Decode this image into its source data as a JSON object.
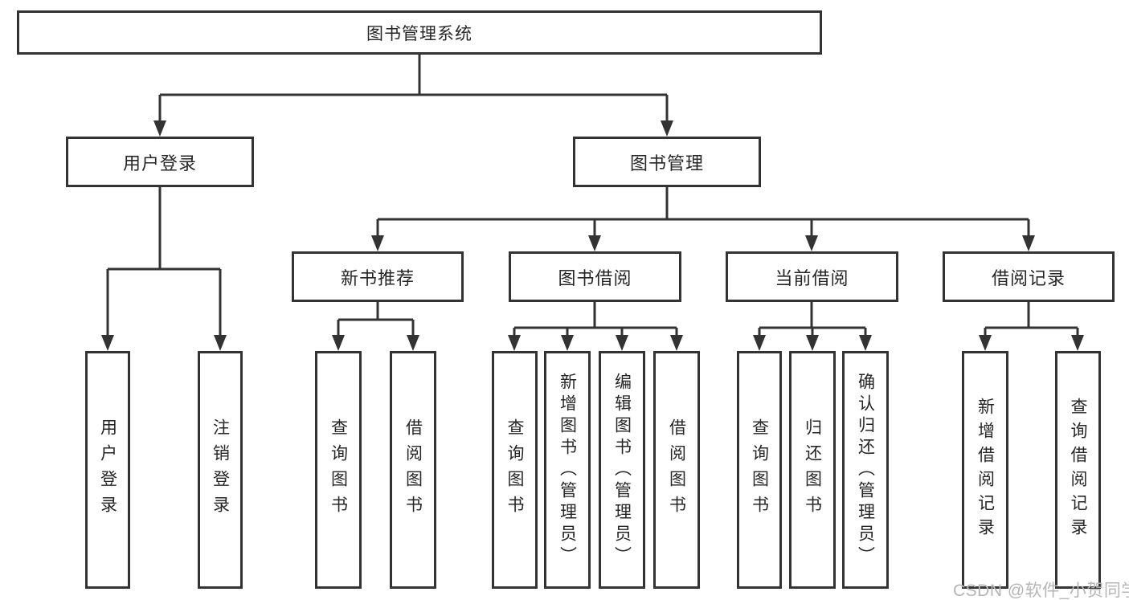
{
  "tree": {
    "root": {
      "label": "图书管理系统",
      "children": [
        {
          "label": "用户登录",
          "children": [
            {
              "label": "用户登录"
            },
            {
              "label": "注销登录"
            }
          ]
        },
        {
          "label": "图书管理",
          "children": [
            {
              "label": "新书推荐",
              "children": [
                {
                  "label": "查询图书"
                },
                {
                  "label": "借阅图书"
                }
              ]
            },
            {
              "label": "图书借阅",
              "children": [
                {
                  "label": "查询图书"
                },
                {
                  "label": "新增图书（管理员）"
                },
                {
                  "label": "编辑图书（管理员）"
                },
                {
                  "label": "借阅图书"
                }
              ]
            },
            {
              "label": "当前借阅",
              "children": [
                {
                  "label": "查询图书"
                },
                {
                  "label": "归还图书"
                },
                {
                  "label": "确认归还（管理员）"
                }
              ]
            },
            {
              "label": "借阅记录",
              "children": [
                {
                  "label": "新增借阅记录"
                },
                {
                  "label": "查询借阅记录"
                }
              ]
            }
          ]
        }
      ]
    }
  },
  "watermark": {
    "text": "CSDN @软件_小贺同学"
  },
  "colors": {
    "line": "#333333",
    "text": "#262626",
    "watermark_gray": "#b5b5b5",
    "background": "#ffffff"
  }
}
